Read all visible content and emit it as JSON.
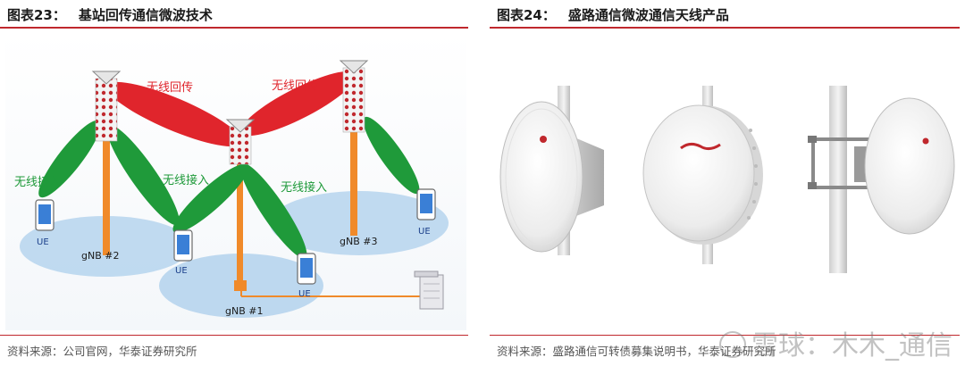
{
  "left": {
    "title_num": "图表23：",
    "title": "基站回传通信微波技术",
    "source": "资料来源：公司官网，华泰证券研究所",
    "diagram": {
      "backhaul_label_1": "无线回传",
      "backhaul_label_2": "无线回传",
      "access_label_1": "无线接入",
      "access_label_2": "无线接入",
      "access_label_3": "无线接入",
      "gnb1": "gNB #1",
      "gnb2": "gNB #2",
      "gnb3": "gNB #3",
      "ue": "UE"
    }
  },
  "right": {
    "title_num": "图表24：",
    "title": "盛路通信微波通信天线产品",
    "source": "资料来源：盛路通信可转债募集说明书，华泰证券研究所"
  },
  "watermark": "雪球：木木_通信",
  "colors": {
    "accent_red": "#c0282d",
    "beam_red": "#e0252c",
    "beam_green": "#1f9a3a",
    "mast_orange": "#f08a2a",
    "cell_blue": "#b9d6ee"
  }
}
